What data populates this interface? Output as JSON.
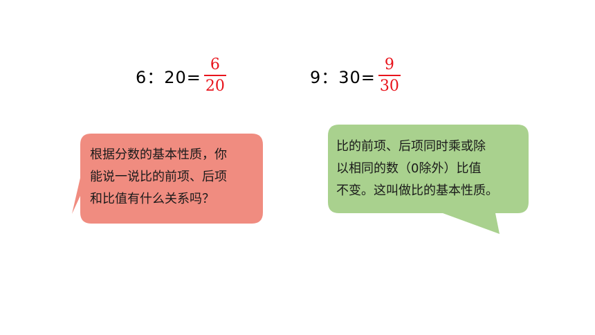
{
  "equation_left": {
    "ratio_text": "6：20=",
    "numerator": "6",
    "denominator": "20"
  },
  "equation_right": {
    "ratio_text": "9：30=",
    "numerator": "9",
    "denominator": "30"
  },
  "bubble_question": {
    "lines": [
      "根据分数的基本性质，你",
      "能说一说比的前项、后项",
      "和比值有什么关系吗？"
    ],
    "color": "#f08c80"
  },
  "bubble_answer": {
    "lines": [
      "比的前项、后项同时乘或除",
      "以相同的数（0除外）比值",
      "不变。这叫做比的基本性质。"
    ],
    "color": "#a9d18e"
  },
  "colors": {
    "fraction": "#e8141c",
    "text": "#000000"
  }
}
